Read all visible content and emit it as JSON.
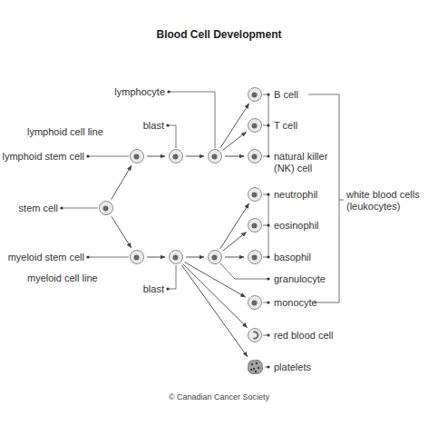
{
  "diagram": {
    "title": "Blood Cell Development",
    "nodes": [
      {
        "text": [
          "stem cell"
        ]
      },
      {
        "text": [
          "lymphoid stem cell"
        ]
      },
      {
        "text": [
          "blast"
        ]
      },
      {
        "text": [
          "lymphocyte"
        ]
      },
      {
        "text": [
          "B cell"
        ]
      },
      {
        "text": [
          "T cell"
        ]
      },
      {
        "text": [
          "natural killer (NK) cell"
        ]
      },
      {
        "text": [
          "myeloid stem cell"
        ]
      },
      {
        "text": [
          "blast"
        ]
      },
      {
        "text": [
          "granulocyte"
        ]
      },
      {
        "text": [
          "neutrophil"
        ]
      },
      {
        "text": [
          "eosinophil"
        ]
      },
      {
        "text": [
          "basophil"
        ]
      },
      {
        "text": [
          "monocyte"
        ]
      },
      {
        "text": [
          "red blood cell"
        ]
      },
      {
        "text": [
          "platelets"
        ]
      }
    ],
    "edges": [
      {
        "from": 0,
        "to": 1,
        "arrow": "to"
      },
      {
        "from": 0,
        "to": 7,
        "arrow": "to"
      },
      {
        "from": 1,
        "to": 2,
        "arrow": "to"
      },
      {
        "from": 2,
        "to": 3,
        "arrow": "to"
      },
      {
        "from": 3,
        "to": 4,
        "arrow": "to"
      },
      {
        "from": 3,
        "to": 5,
        "arrow": "to"
      },
      {
        "from": 3,
        "to": 6,
        "arrow": "to"
      },
      {
        "from": 7,
        "to": 8,
        "arrow": "to"
      },
      {
        "from": 8,
        "to": 9,
        "arrow": "to"
      },
      {
        "from": 9,
        "to": 10,
        "arrow": "to"
      },
      {
        "from": 9,
        "to": 11,
        "arrow": "to"
      },
      {
        "from": 9,
        "to": 12,
        "arrow": "to"
      },
      {
        "from": 8,
        "to": 13,
        "arrow": "to"
      },
      {
        "from": 8,
        "to": 14,
        "arrow": "to"
      },
      {
        "from": 8,
        "to": 15,
        "arrow": "to"
      }
    ],
    "labels": [
      "lymphoid cell line",
      "myeloid cell line",
      "white blood cells (leukocytes)",
      "© Canadian Cancer Society"
    ]
  }
}
